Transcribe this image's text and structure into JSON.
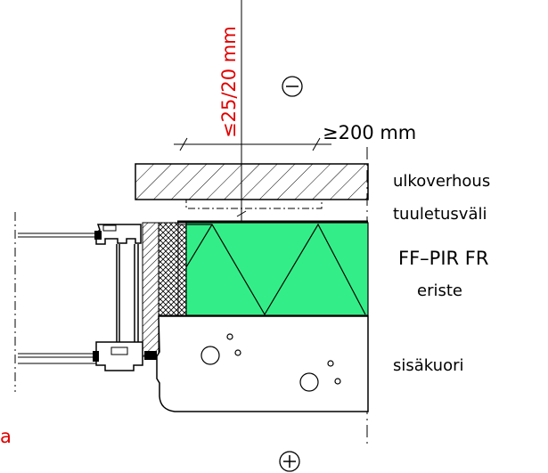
{
  "labels": {
    "gap_dimension": "≤25/20 mm",
    "width_dimension": "≥200 mm",
    "outer_cladding": "ulkoverhous",
    "ventilation_gap": "tuuletusväli",
    "insulation_product": "FF–PIR FR",
    "insulation": "eriste",
    "inner_shell": "sisäkuori",
    "corner_fragment": "a"
  },
  "symbols": {
    "negative_pressure": "minus-in-circle",
    "positive_pressure": "plus-in-circle"
  },
  "colors": {
    "insulation_fill": "#33ee88",
    "dimension_text": "#e00000",
    "line": "#000000"
  }
}
